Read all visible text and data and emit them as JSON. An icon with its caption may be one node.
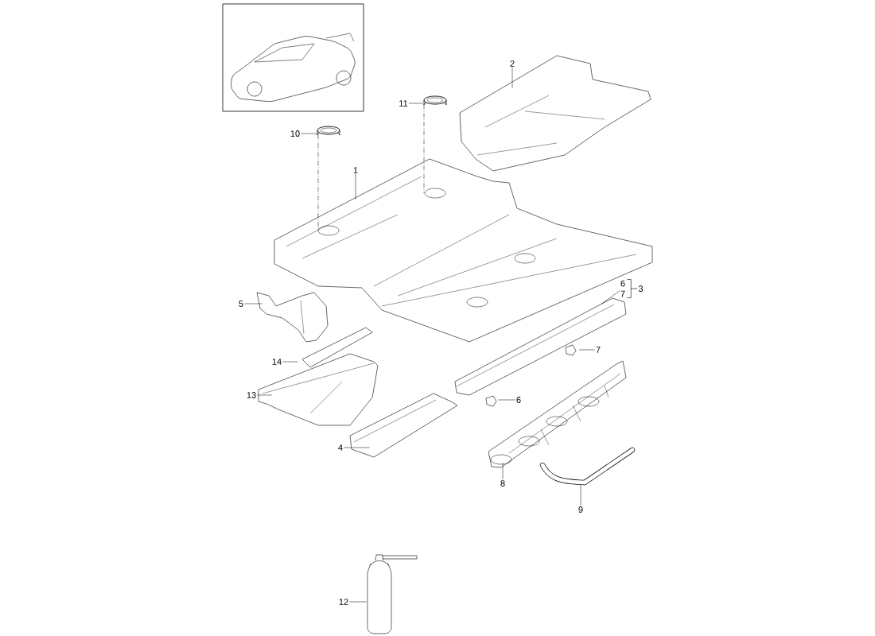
{
  "diagram": {
    "nodes": [
      {
        "text": [
          "1"
        ]
      },
      {
        "text": [],
        "shape": "picture"
      },
      {
        "text": [
          "2"
        ]
      },
      {
        "text": [],
        "shape": "picture"
      },
      {
        "text": [
          "6",
          "7"
        ]
      },
      {
        "text": [],
        "shape": "picture"
      },
      {
        "text": [
          "4"
        ]
      },
      {
        "text": [],
        "shape": "picture"
      },
      {
        "text": [
          "5"
        ]
      },
      {
        "text": [],
        "shape": "picture"
      },
      {
        "text": [
          "6"
        ]
      },
      {
        "text": [],
        "shape": "picture"
      },
      {
        "text": [
          "7"
        ]
      },
      {
        "text": [],
        "shape": "picture"
      },
      {
        "text": [
          "8"
        ]
      },
      {
        "text": [],
        "shape": "picture"
      },
      {
        "text": [
          "9"
        ]
      },
      {
        "text": [],
        "shape": "picture"
      },
      {
        "text": [
          "10"
        ]
      },
      {
        "text": [],
        "shape": "picture"
      },
      {
        "text": [
          "11"
        ]
      },
      {
        "text": [],
        "shape": "picture"
      },
      {
        "text": [
          "12"
        ]
      },
      {
        "text": [],
        "shape": "picture"
      },
      {
        "text": [
          "13"
        ]
      },
      {
        "text": [],
        "shape": "picture"
      },
      {
        "text": [
          "14"
        ]
      },
      {
        "text": [],
        "shape": "picture"
      }
    ],
    "edges": [
      {
        "from": 0,
        "to": 1,
        "arrow": "none"
      },
      {
        "from": 2,
        "to": 3,
        "arrow": "none"
      },
      {
        "from": 4,
        "to": 5,
        "arrow": "none"
      },
      {
        "from": 6,
        "to": 7,
        "arrow": "none"
      },
      {
        "from": 8,
        "to": 9,
        "arrow": "none"
      },
      {
        "from": 10,
        "to": 11,
        "arrow": "none"
      },
      {
        "from": 12,
        "to": 13,
        "arrow": "none"
      },
      {
        "from": 14,
        "to": 15,
        "arrow": "none"
      },
      {
        "from": 16,
        "to": 17,
        "arrow": "none"
      },
      {
        "from": 18,
        "to": 19,
        "arrow": "none"
      },
      {
        "from": 20,
        "to": 21,
        "arrow": "none"
      },
      {
        "from": 22,
        "to": 23,
        "arrow": "none"
      },
      {
        "from": 24,
        "to": 25,
        "arrow": "none"
      },
      {
        "from": 26,
        "to": 27,
        "arrow": "none"
      },
      {
        "from": 19,
        "to": 1,
        "arrow": "none",
        "style": "dashed"
      },
      {
        "from": 21,
        "to": 1,
        "arrow": "none",
        "style": "dashed"
      }
    ],
    "labels": [
      "3"
    ]
  }
}
